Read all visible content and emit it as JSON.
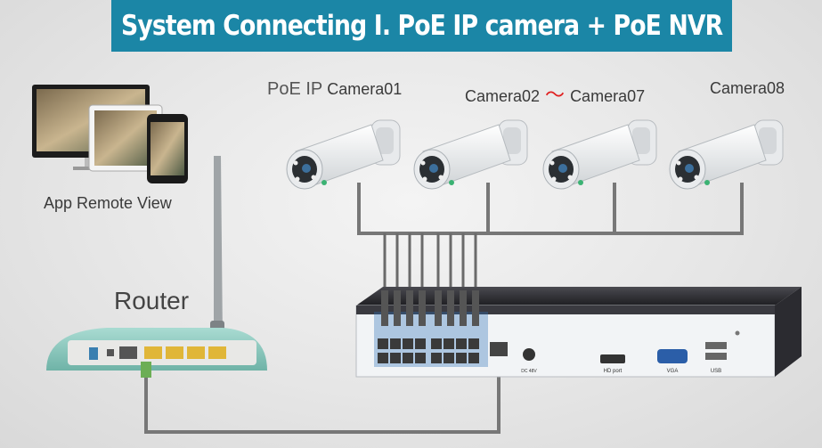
{
  "title": "System Connecting I. PoE IP camera + PoE NVR",
  "labels": {
    "camera01_prefix": "PoE IP",
    "camera01": "Camera01",
    "camera_range_start": "Camera02",
    "camera_range_sep": "～",
    "camera_range_end": "Camera07",
    "camera08": "Camera08",
    "app_remote_view": "App Remote View",
    "router": "Router"
  },
  "nvr_port_labels": {
    "hdmi": "HD port",
    "vga": "VGA",
    "usb": "USB",
    "dc": "DC 48V"
  },
  "colors": {
    "banner": "#1b86a6",
    "cable": "#777777",
    "router_body": "#8ecbc0",
    "nvr_body": "#2f2f33",
    "poe_port_highlight": "#2f6fb7"
  }
}
